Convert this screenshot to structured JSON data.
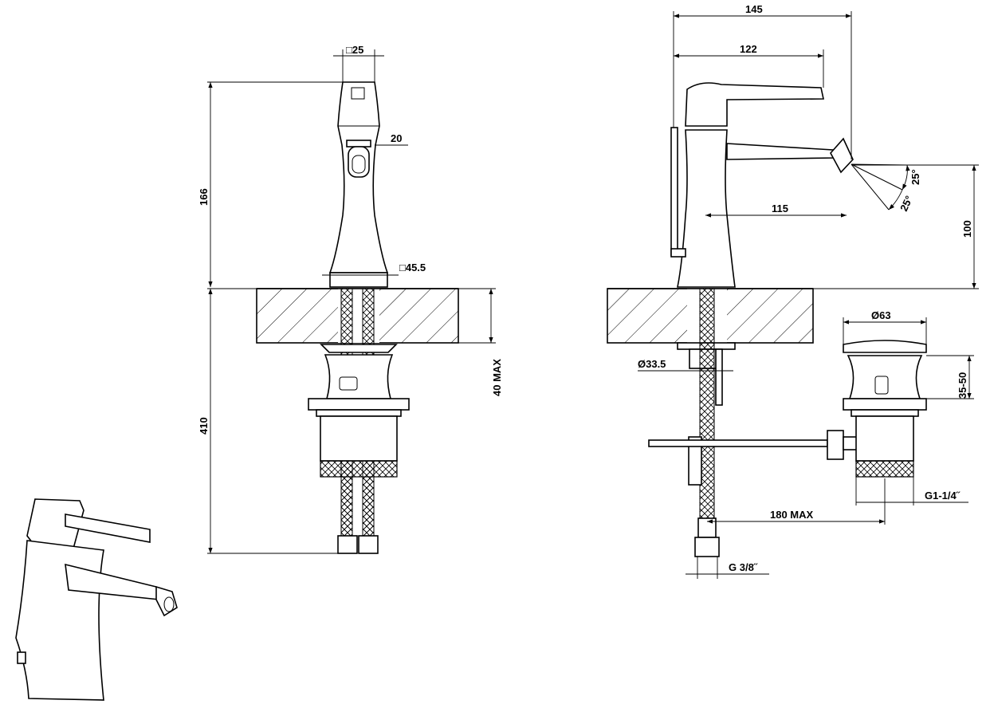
{
  "front_view": {
    "top_square": "□25",
    "outlet_width": "20",
    "height_above_deck": "166",
    "base_square": "□45.5",
    "below_deck": "410",
    "deck_thickness": "40 MAX"
  },
  "side_view": {
    "overall_reach": "145",
    "handle_reach": "122",
    "spout_reach": "115",
    "angle_up": "25°",
    "angle_down": "25°",
    "spout_height": "100",
    "waste_diameter": "Ø63",
    "waste_height": "35-50",
    "shank_diameter": "Ø33.5",
    "waste_thread": "G1-1/4˝",
    "rod_length": "180  MAX",
    "hose_thread": "G  3/8˝"
  }
}
